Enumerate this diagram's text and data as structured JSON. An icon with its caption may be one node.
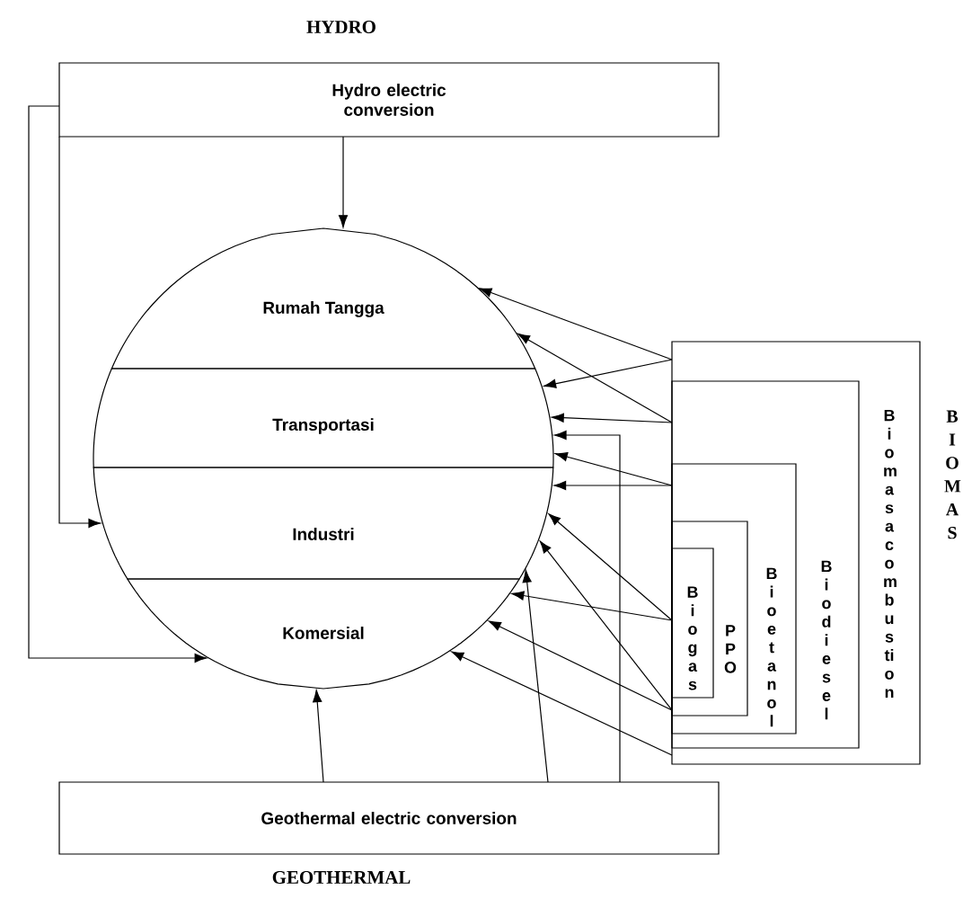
{
  "diagram": {
    "nodes": [
      {
        "text": [
          "Hydro electric conversion"
        ]
      },
      {
        "text": [
          "Rumah Tangga"
        ]
      },
      {
        "text": [
          "Transportasi"
        ]
      },
      {
        "text": [
          "Industri"
        ]
      },
      {
        "text": [
          "Komersial"
        ]
      },
      {
        "text": [
          "Geothermal electric conversion"
        ]
      },
      {
        "text": [
          "Biomasa combustion"
        ]
      },
      {
        "text": [
          "Biodiesel"
        ],
        "in": 6
      },
      {
        "text": [
          "Bioetanol"
        ],
        "in": 7
      },
      {
        "text": [
          "PPO"
        ],
        "in": 8
      },
      {
        "text": [
          "Biogas"
        ],
        "in": 9
      }
    ],
    "edges": [
      {
        "from": 0,
        "to": 1,
        "arrow": "to"
      },
      {
        "from": 0,
        "to": 3,
        "arrow": "to"
      },
      {
        "from": 0,
        "to": 4,
        "arrow": "to"
      },
      {
        "from": 5,
        "to": 4,
        "arrow": "to"
      },
      {
        "from": 5,
        "to": 3,
        "arrow": "to"
      },
      {
        "from": 5,
        "to": 2,
        "arrow": "to"
      },
      {
        "from": 6,
        "to": 1,
        "arrow": "to"
      },
      {
        "from": 6,
        "to": 2,
        "arrow": "to"
      },
      {
        "from": 7,
        "to": 1,
        "arrow": "to"
      },
      {
        "from": 7,
        "to": 2,
        "arrow": "to"
      },
      {
        "from": 8,
        "to": 2,
        "arrow": "to"
      },
      {
        "from": 8,
        "to": 3,
        "arrow": "to"
      },
      {
        "from": 10,
        "to": 3,
        "arrow": "to"
      },
      {
        "from": 10,
        "to": 4,
        "arrow": "to"
      },
      {
        "from": 9,
        "to": 3,
        "arrow": "to"
      },
      {
        "from": 9,
        "to": 4,
        "arrow": "to"
      },
      {
        "from": 6,
        "to": 4,
        "arrow": "to"
      }
    ],
    "labels": [
      "HYDRO",
      "GEOTHERMAL",
      "BIOMAS"
    ]
  }
}
